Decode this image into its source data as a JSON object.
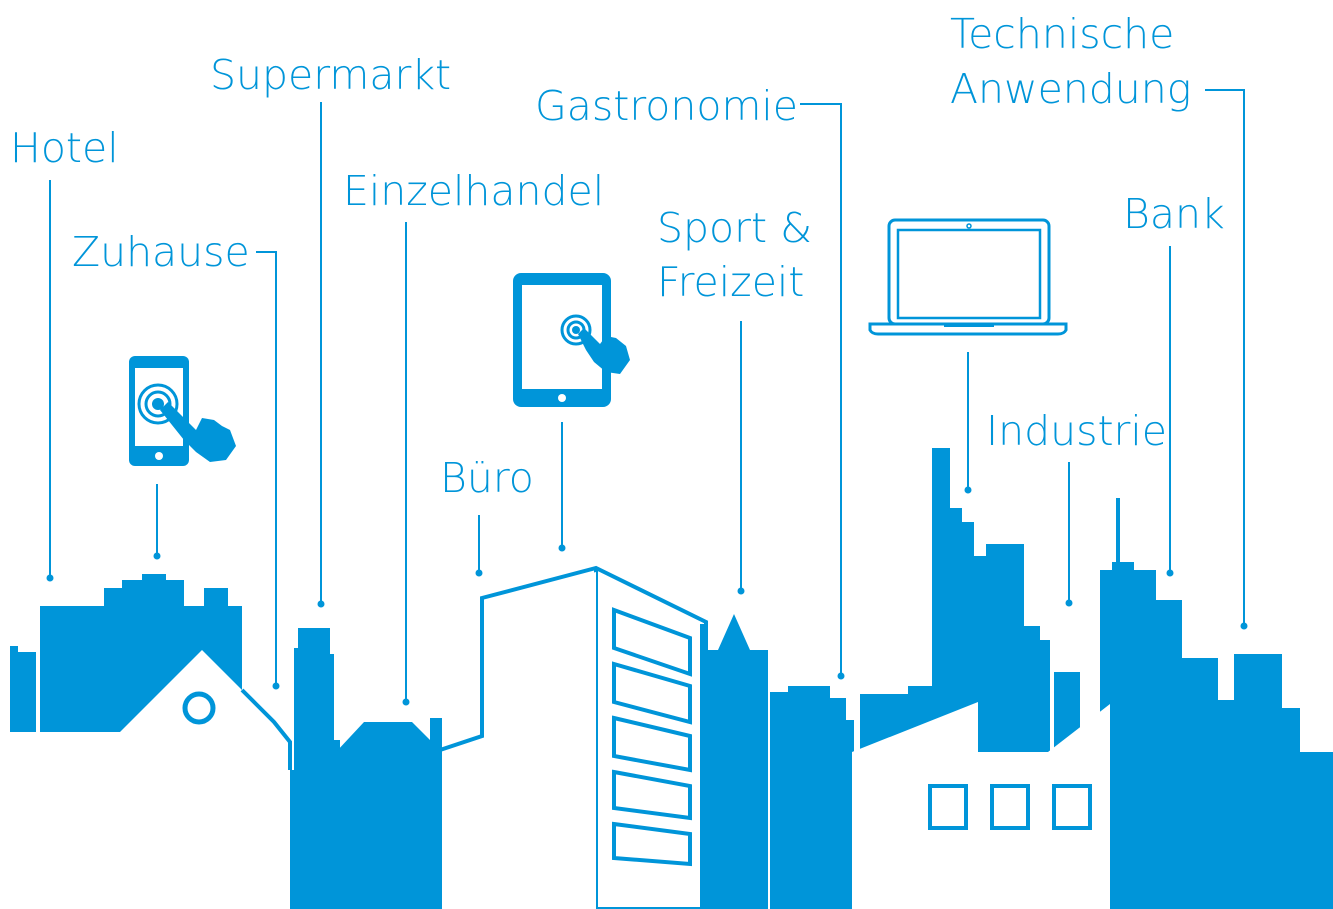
{
  "labels": {
    "hotel": "Hotel",
    "zuhause": "Zuhause",
    "supermarkt": "Supermarkt",
    "einzelhandel": "Einzelhandel",
    "buero": "Büro",
    "gastronomie": "Gastronomie",
    "sport_1": "Sport &",
    "sport_2": "Freizeit",
    "technische_1": "Technische",
    "technische_2": "Anwendung",
    "industrie": "Industrie",
    "bank": "Bank"
  },
  "colors": {
    "accent": "#0095d9",
    "background": "#ffffff"
  },
  "icons": [
    "smartphone-touch-icon",
    "tablet-touch-icon",
    "laptop-icon"
  ]
}
